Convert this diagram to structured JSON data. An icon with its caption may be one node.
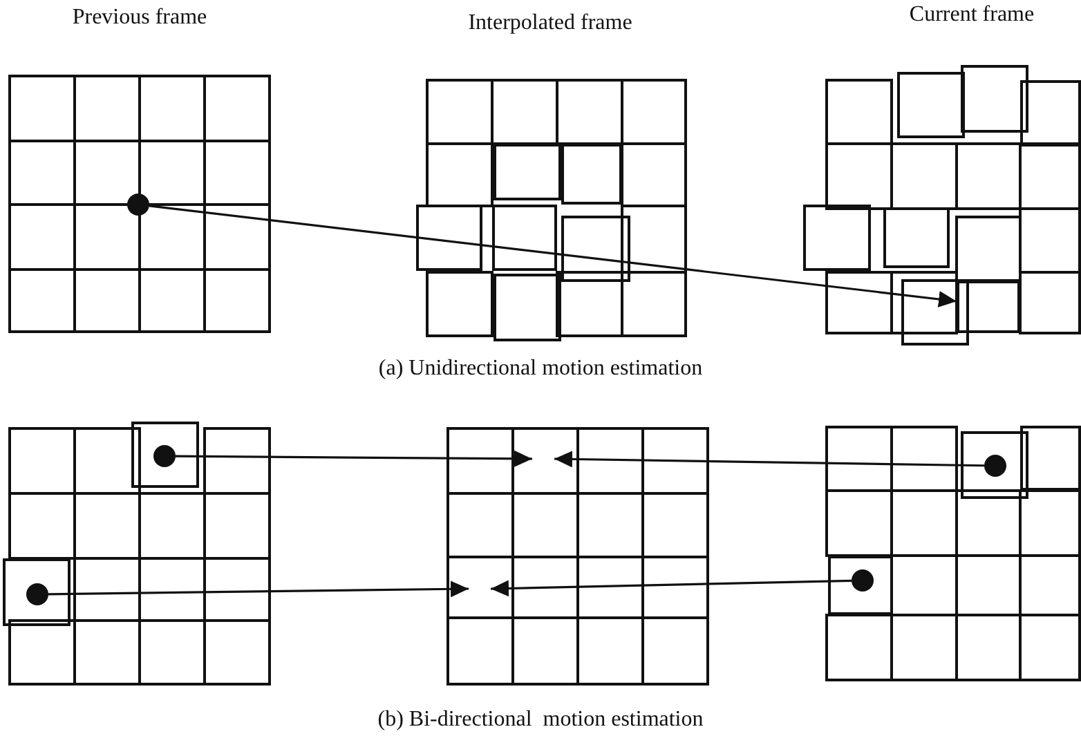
{
  "diagram": {
    "nodes": [
      {
        "text": [],
        "shape": "circle"
      },
      {
        "text": [],
        "shape": "box"
      },
      {
        "text": [],
        "shape": "circle"
      },
      {
        "text": [],
        "shape": "circle"
      },
      {
        "text": [],
        "shape": "circle"
      },
      {
        "text": [],
        "shape": "circle"
      }
    ],
    "edges": [
      {
        "from": 0,
        "to": 1,
        "arrow": "to"
      },
      {
        "from": 2,
        "to": null,
        "arrow": "to"
      },
      {
        "from": 4,
        "to": null,
        "arrow": "to"
      },
      {
        "from": 3,
        "to": null,
        "arrow": "to"
      },
      {
        "from": 5,
        "to": null,
        "arrow": "to"
      }
    ],
    "labels": [
      "Previous frame",
      "Interpolated frame",
      "Current frame",
      "(a) Unidirectional motion estimation",
      "(b) Bi-directional  motion estimation"
    ]
  }
}
